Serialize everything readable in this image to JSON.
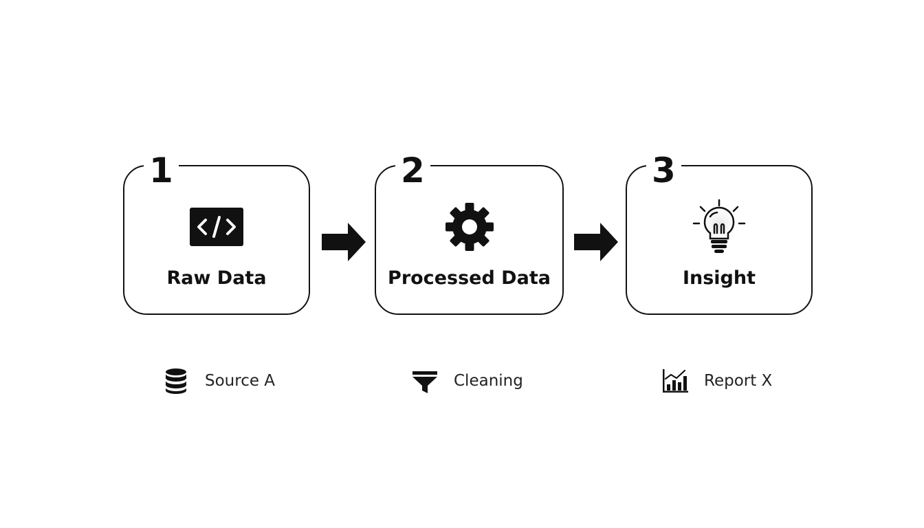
{
  "stages": [
    {
      "number": "1",
      "title": "Raw Data",
      "icon": "code-icon"
    },
    {
      "number": "2",
      "title": "Processed Data",
      "icon": "gear-icon"
    },
    {
      "number": "3",
      "title": "Insight",
      "icon": "lightbulb-icon"
    }
  ],
  "details": [
    {
      "label": "Source A",
      "icon": "database-icon"
    },
    {
      "label": "Cleaning",
      "icon": "filter-funnel-icon"
    },
    {
      "label": "Report X",
      "icon": "bar-chart-icon"
    }
  ],
  "colors": {
    "stroke": "#111111",
    "background": "#ffffff",
    "text": "#111111"
  }
}
